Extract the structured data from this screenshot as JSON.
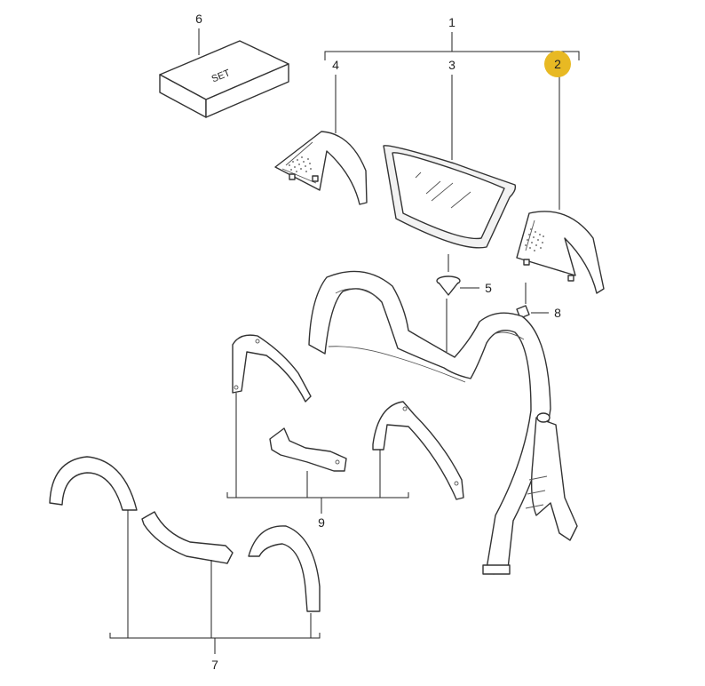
{
  "box_label": "SET",
  "callouts": [
    {
      "number": "1"
    },
    {
      "number": "2",
      "highlighted": true
    },
    {
      "number": "3"
    },
    {
      "number": "4"
    },
    {
      "number": "5"
    },
    {
      "number": "6"
    },
    {
      "number": "7"
    },
    {
      "number": "8"
    },
    {
      "number": "9"
    }
  ],
  "colors": {
    "highlight": "#e8b923",
    "line": "#222222"
  }
}
